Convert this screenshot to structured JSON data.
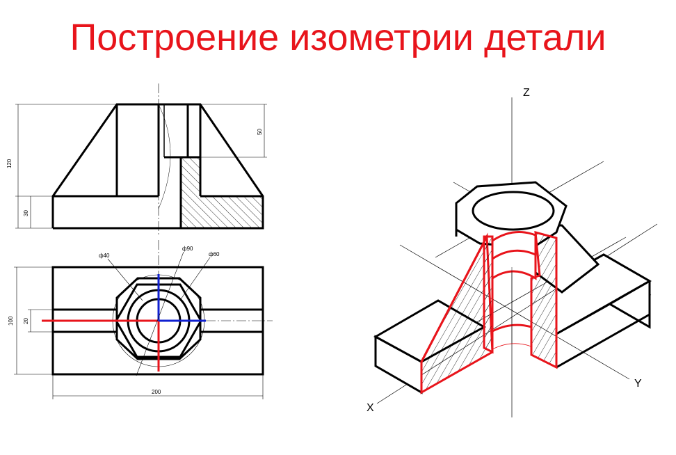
{
  "title": "Построение изометрии детали",
  "dimensions": {
    "height_total": "120",
    "height_base": "30",
    "depth_bore": "50",
    "width_total": "200",
    "depth_total": "100",
    "slot": "20",
    "dia_small": "ф40",
    "dia_hex": "ф90",
    "dia_bore": "ф60"
  },
  "axes": {
    "z": "Z",
    "x": "X",
    "y": "Y"
  },
  "colors": {
    "title": "#e8141b",
    "section_outline": "#e8141b",
    "center_mark": "#1020d0",
    "lines": "#000000"
  }
}
